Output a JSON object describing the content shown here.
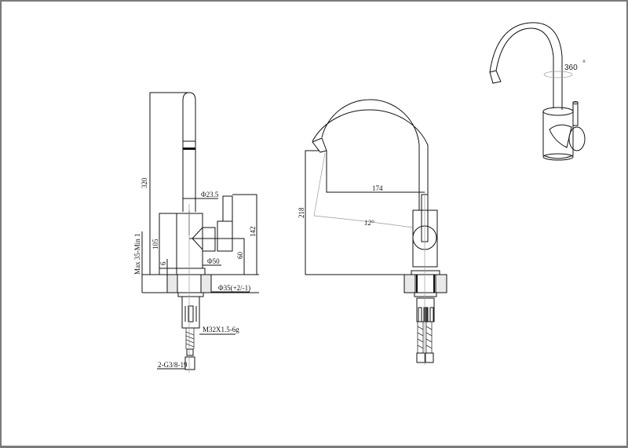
{
  "drawing": {
    "title": "Kitchen faucet technical dimension drawing",
    "side_view": {
      "dimensions": {
        "height_total": "320",
        "spout_diameter": "Φ23.5",
        "body_height": "105",
        "handle_height": "142",
        "mount_max": "Max 35-Min 1",
        "body_offset": "6",
        "body_diameter": "Φ50",
        "handle_center": "60",
        "hole_diameter": "Φ35(+2/-1)",
        "thread": "M32X1.5-6g",
        "hose_connection": "2-G3/8-19"
      }
    },
    "front_view": {
      "dimensions": {
        "spout_reach": "174",
        "spout_height": "218",
        "spout_angle": "12°"
      }
    },
    "perspective_view": {
      "rotation_label": "360",
      "rotation_unit": "°"
    },
    "colors": {
      "line": "#111111",
      "frame": "#7a7a7a",
      "hatch_fill": "#e9e9e9"
    }
  }
}
